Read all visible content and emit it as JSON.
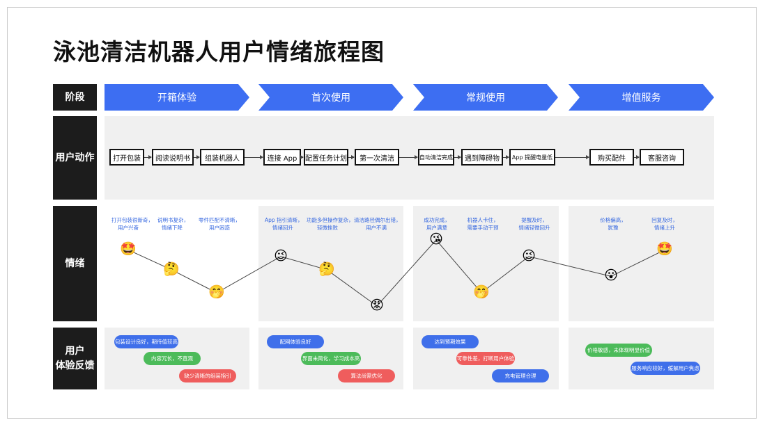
{
  "title": "泳池清洁机器人用户情绪旅程图",
  "row_labels": {
    "stage": "阶段",
    "action": "用户动作",
    "emotion": "情绪",
    "feedback_l1": "用户",
    "feedback_l2": "体验反馈"
  },
  "stages": [
    "开箱体验",
    "首次使用",
    "常规使用",
    "增值服务"
  ],
  "actions": [
    "打开包装",
    "阅读说明书",
    "组装机器人",
    "连接 App",
    "配置任务计划",
    "第一次清洁",
    "自动清洁完成",
    "遇到障碍物",
    "App 提醒电量低",
    "购买配件",
    "客服咨询"
  ],
  "notes": [
    {
      "l1": "打开包装很新奇，",
      "l2": "用户兴奋"
    },
    {
      "l1": "说明书复杂，",
      "l2": "情绪下降"
    },
    {
      "l1": "零件匹配不清晰，",
      "l2": "用户困惑"
    },
    {
      "l1": "App 指引清晰，",
      "l2": "情绪回升"
    },
    {
      "l1": "功能多但操作复杂，",
      "l2": "轻微挫败"
    },
    {
      "l1": "清洁路径偶尔出错，",
      "l2": "用户不满"
    },
    {
      "l1": "成功完成，",
      "l2": "用户满意"
    },
    {
      "l1": "机器人卡住，",
      "l2": "需要手动干预"
    },
    {
      "l1": "提醒及时，",
      "l2": "情绪轻微回升"
    },
    {
      "l1": "价格偏高，",
      "l2": "犹豫"
    },
    {
      "l1": "回复及时，",
      "l2": "情绪上升"
    }
  ],
  "emotion_points": [
    {
      "face": "🤩",
      "icon": "star-struck-face-icon",
      "level": 0.85
    },
    {
      "face": "🤔",
      "icon": "thinking-face-icon",
      "level": 0.55
    },
    {
      "face": "🤭",
      "icon": "frowning-hand-face-icon",
      "level": 0.2
    },
    {
      "face": "😉",
      "icon": "winking-face-icon",
      "level": 0.75
    },
    {
      "face": "🤔",
      "icon": "thinking-face-icon",
      "level": 0.55
    },
    {
      "face": "😡",
      "icon": "angry-face-icon",
      "level": 0.0
    },
    {
      "face": "😘",
      "icon": "kissing-face-icon",
      "level": 1.0
    },
    {
      "face": "🤭",
      "icon": "frowning-hand-face-icon",
      "level": 0.2
    },
    {
      "face": "😉",
      "icon": "winking-face-icon",
      "level": 0.75
    },
    {
      "face": "😮",
      "icon": "surprised-face-icon",
      "level": 0.45
    },
    {
      "face": "🤩",
      "icon": "star-struck-face-icon",
      "level": 0.85
    }
  ],
  "feedback": [
    {
      "text": "包装设计良好，期待值较高",
      "color": "blue"
    },
    {
      "text": "内容冗长，不直观",
      "color": "green"
    },
    {
      "text": "缺少清晰的组装指引",
      "color": "red"
    },
    {
      "text": "配网体验良好",
      "color": "blue"
    },
    {
      "text": "界面未简化，学习成本高",
      "color": "green"
    },
    {
      "text": "算法尚需优化",
      "color": "red"
    },
    {
      "text": "达到预期效果",
      "color": "blue"
    },
    {
      "text": "可靠性差，打断用户体验",
      "color": "red"
    },
    {
      "text": "充电管理合理",
      "color": "blue"
    },
    {
      "text": "价格敏感，未体现明显价值",
      "color": "green"
    },
    {
      "text": "服务响应较好，缓解用户焦虑",
      "color": "blue"
    }
  ],
  "colors": {
    "accent": "#3d6ef2",
    "label_bg": "#1c1c1c",
    "panel": "#f0f0f0",
    "blue": "#3f6fea",
    "green": "#4cbb5a",
    "red": "#ef5d5d"
  }
}
